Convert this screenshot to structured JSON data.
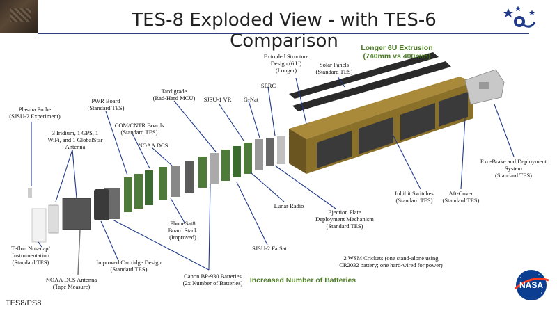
{
  "title": "TES-8 Exploded View - with TES-6 Comparison",
  "footer": "TES8/PS8",
  "callouts": {
    "extrusion": "Longer 6U Extrusion\n(740mm vs 400mm)",
    "batteries": "Increased Number of Batteries"
  },
  "labels": {
    "plasma_probe": "Plasma Probe\n(SJSU-2 Experiment)",
    "antenna": "3 Iridium, 1 GPS, 1\nWiFi, and 1 GlobalStar\nAntenna",
    "pwr_board": "PWR Board\n(Standard TES)",
    "com_cntr": "COM/CNTR Boards\n(Standard TES)",
    "noaa_dcs": "NOAA DCS",
    "tardigrade": "Tardigrade\n(Rad-Hard MCU)",
    "sjsu1_vr": "SJSU-1 VR",
    "g_nat": "G-Nat",
    "serc": "SERC",
    "extruded": "Extruded Structure\nDesign (6 U)\n(Longer)",
    "solar": "Solar Panels\n(Standard TES)",
    "exo_brake": "Exo-Brake and Deployment\nSystem\n(Standard TES)",
    "inhibit": "Inhibit Switches\n(Standard TES)",
    "aft_cover": "Aft-Cover\n(Standard TES)",
    "lunar_radio": "Lunar Radio",
    "ejection": "Ejection Plate\nDeployment Mechanism\n(Standard TES)",
    "phonesat": "PhoneSat8\nBoard Stack\n(Improved)",
    "sjsu2_fatsat": "SJSU-2 FatSat",
    "teflon": "Teflon Nosecap/\nInstrumentation\n(Standard TES)",
    "cartridge": "Improved Cartridge Design\n(Standard TES)",
    "noaa_antenna": "NOAA DCS Antenna\n(Tape Measure)",
    "canon": "Canon BP-930 Batteries\n(2x Number of Batteries)",
    "crickets": "2 WSM Crickets (one stand-alone using\nCR2032 battery; one hard-wired for power)"
  },
  "logo": {
    "text": "NASA"
  },
  "colors": {
    "title_rule": "#2b3f7f",
    "leader": "#1f3a8a",
    "callout_green": "#4c7a25",
    "structure": "#7a6520",
    "panel": "#2a2a2a"
  }
}
